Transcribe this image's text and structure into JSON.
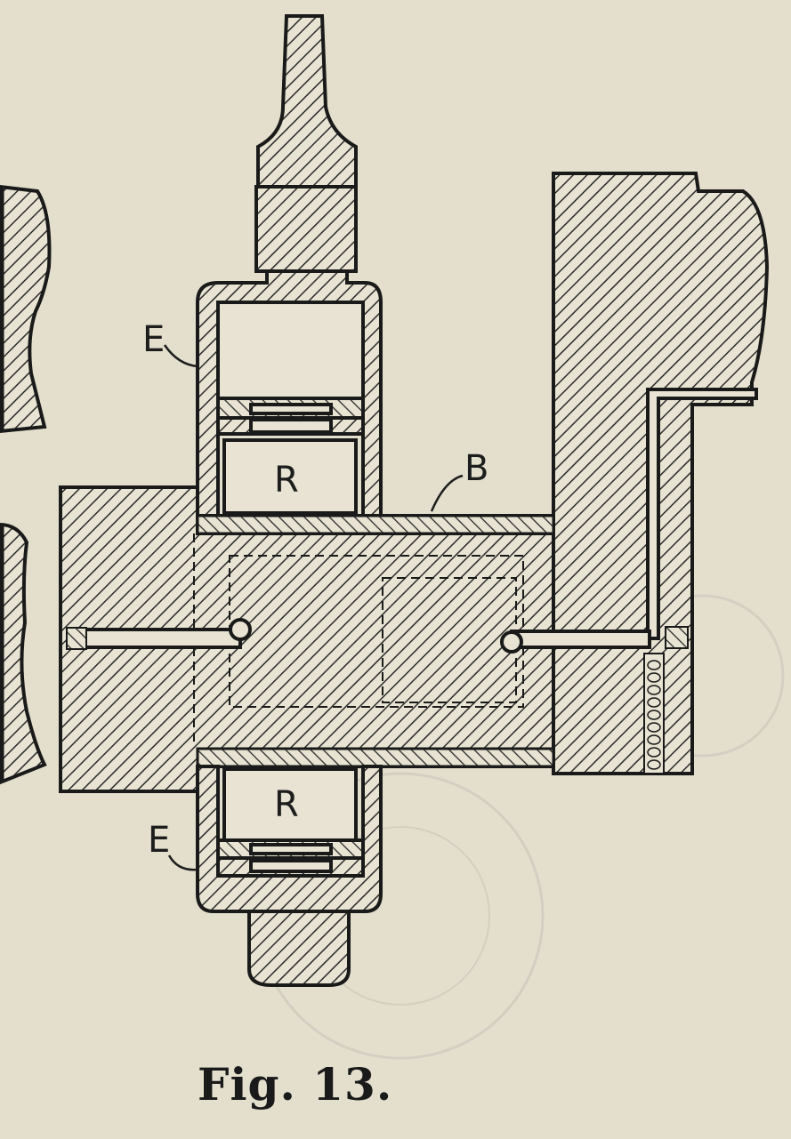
{
  "figure": {
    "caption": "Fig. 13.",
    "labels": {
      "e_top": "E",
      "e_bottom": "E",
      "r_top": "R",
      "r_bottom": "R",
      "b": "B"
    }
  }
}
